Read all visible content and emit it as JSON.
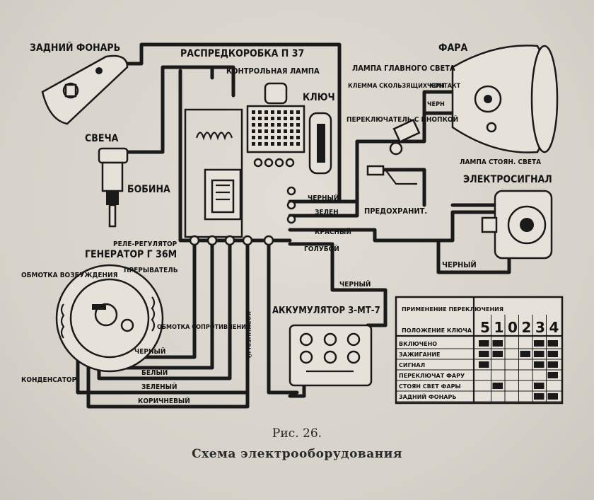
{
  "labels": {
    "rear_lamp": "ЗАДНИЙ ФОНАРЬ",
    "junction_box": "РАСПРЕДКОРОБКА П 37",
    "control_lamp": "КОНТРОЛЬНАЯ ЛАМПА",
    "key": "КЛЮЧ",
    "headlight": "ФАРА",
    "main_beam_lamp": "ЛАМПА ГЛАВНОГО СВЕТА",
    "sliding_contact_clamp": "КЛЕММА СКОЛЬЗЯЩИХ КОНТАКТ",
    "switch_with_button": "ПЕРЕКЛЮЧАТЕЛЬ С КНОПКОЙ",
    "spark_plug": "СВЕЧА",
    "coil": "БОБИНА",
    "parking_lamp": "ЛАМПА СТОЯН. СВЕТА",
    "horn": "ЭЛЕКТРОСИГНАЛ",
    "fuse": "ПРЕДОХРАНИТ.",
    "relay_regulator": "РЕЛЕ-РЕГУЛЯТОР",
    "generator": "ГЕНЕРАТОР Г 36М",
    "breaker": "ПРЕРЫВАТЕЛЬ",
    "field_winding": "ОБМОТКА ВОЗБУЖДЕНИЯ",
    "resistance_winding": "ОБМОТКА СОПРОТИВЛЕНИЯ",
    "condenser": "КОНДЕНСАТОР",
    "battery": "АККУМУЛЯТОР 3-МТ-7"
  },
  "wires": {
    "black_1": "ЧЕРНЫЙ",
    "green_1": "ЗЕЛЕН",
    "red_1": "КРАСНЫЙ",
    "blue_1": "ГОЛУБОЙ",
    "black_horn": "ЧЕРНЫЙ",
    "black_batt": "ЧЕРНЫЙ",
    "brown_v": "КОРИЧНЕВЫЙ",
    "black_gen": "ЧЕРНЫЙ",
    "white_gen": "БЕЛЫЙ",
    "green_gen": "ЗЕЛЕНЫЙ",
    "brown_gen": "КОРИЧНЕВЫЙ",
    "head_black_1": "ЧЕРН",
    "head_black_2": "ЧЕРН"
  },
  "table": {
    "title": "ПРИМЕНЕНИЕ ПЕРЕКЛЮЧЕНИЯ",
    "position_label": "ПОЛОЖЕНИЕ КЛЮЧА",
    "positions": [
      "5",
      "1",
      "0",
      "2",
      "3",
      "4"
    ],
    "rows": [
      {
        "label": "ВКЛЮЧЕНО",
        "cells": [
          1,
          1,
          0,
          0,
          1,
          1
        ]
      },
      {
        "label": "ЗАЖИГАНИЕ",
        "cells": [
          1,
          1,
          0,
          1,
          1,
          1
        ]
      },
      {
        "label": "СИГНАЛ",
        "cells": [
          1,
          0,
          0,
          0,
          1,
          1
        ]
      },
      {
        "label": "ПЕРЕКЛЮЧАТ ФАРУ",
        "cells": [
          0,
          0,
          0,
          0,
          0,
          1
        ]
      },
      {
        "label": "СТОЯН СВЕТ ФАРЫ",
        "cells": [
          0,
          1,
          0,
          0,
          1,
          0
        ]
      },
      {
        "label": "ЗАДНИЙ ФОНАРЬ",
        "cells": [
          0,
          0,
          0,
          0,
          1,
          1
        ]
      }
    ]
  },
  "caption": {
    "number": "Рис. 26.",
    "title": "Схема электрооборудования"
  }
}
